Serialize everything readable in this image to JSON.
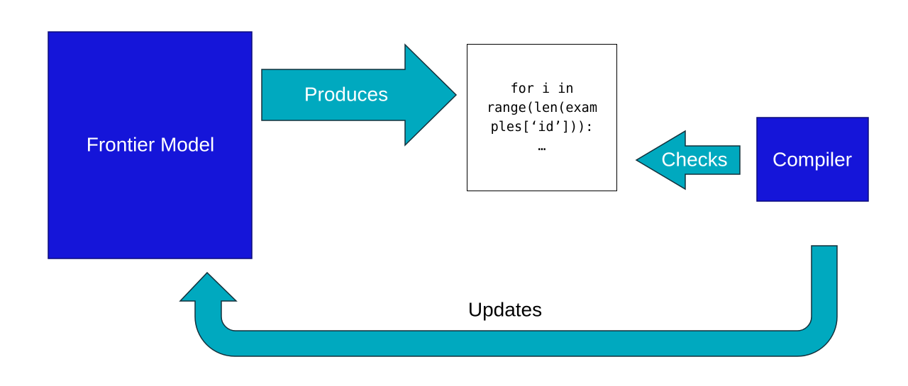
{
  "nodes": {
    "frontier_model": {
      "label": "Frontier Model"
    },
    "code_snippet": {
      "lines": [
        "for i in",
        "range(len(exam",
        "ples[‘id’])):",
        "…"
      ]
    },
    "compiler": {
      "label": "Compiler"
    }
  },
  "edges": {
    "produces": {
      "label": "Produces"
    },
    "checks": {
      "label": "Checks"
    },
    "updates": {
      "label": "Updates"
    }
  },
  "colors": {
    "box_fill": "#1515d9",
    "box_text": "#ffffff",
    "arrow_fill": "#00a9bf",
    "arrow_stroke": "#14303b",
    "arrow_text": "#ffffff",
    "plain_text": "#000000"
  }
}
